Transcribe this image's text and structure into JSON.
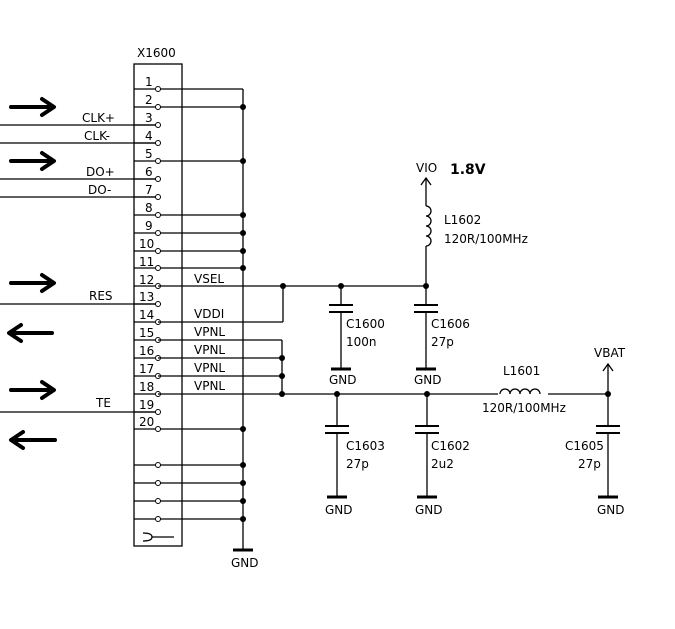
{
  "connector": {
    "ref": "X1600",
    "pins": [
      "1",
      "2",
      "3",
      "4",
      "5",
      "6",
      "7",
      "8",
      "9",
      "10",
      "11",
      "12",
      "13",
      "14",
      "15",
      "16",
      "17",
      "18",
      "19",
      "20"
    ]
  },
  "signals": {
    "clk_p": "CLK+",
    "clk_n": "CLK-",
    "do_p": "DO+",
    "do_n": "DO-",
    "res": "RES",
    "te": "TE"
  },
  "pin_labels": {
    "vsel": "VSEL",
    "vddi": "VDDI",
    "vpnl_15": "VPNL",
    "vpnl_16": "VPNL",
    "vpnl_17": "VPNL",
    "vpnl_18": "VPNL"
  },
  "rails": {
    "vio": "VIO",
    "vio_voltage": "1.8V",
    "vbat": "VBAT"
  },
  "components": {
    "L1602": {
      "ref": "L1602",
      "value": "120R/100MHz"
    },
    "L1601": {
      "ref": "L1601",
      "value": "120R/100MHz"
    },
    "C1600": {
      "ref": "C1600",
      "value": "100n"
    },
    "C1606": {
      "ref": "C1606",
      "value": "27p"
    },
    "C1603": {
      "ref": "C1603",
      "value": "27p"
    },
    "C1602": {
      "ref": "C1602",
      "value": "2u2"
    },
    "C1605": {
      "ref": "C1605",
      "value": "27p"
    }
  },
  "grounds": {
    "c1600": "GND",
    "c1606": "GND",
    "c1603": "GND",
    "c1602": "GND",
    "c1605": "GND",
    "connector": "GND"
  }
}
